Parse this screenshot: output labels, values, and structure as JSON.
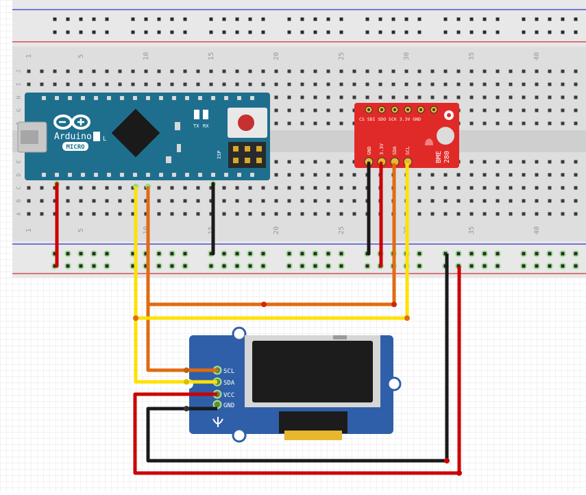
{
  "breadboard": {
    "column_numbers": [
      "1",
      "5",
      "10",
      "15",
      "20",
      "25",
      "30",
      "35",
      "40"
    ],
    "row_letters_top": [
      "J",
      "I",
      "H",
      "G",
      "F"
    ],
    "row_letters_bottom": [
      "E",
      "D",
      "C",
      "B",
      "A"
    ]
  },
  "arduino": {
    "logo_text": "Arduino",
    "micro_label": "MICRO",
    "tx_label": "TX",
    "rx_label": "RX",
    "isp_label": "ISP",
    "l_label": "L"
  },
  "bme280": {
    "name_line1": "BME",
    "name_line2": "280",
    "pin_labels": [
      "GND",
      "3.3V",
      "SDA",
      "SCL"
    ],
    "top_labels": "CS SDI SDO SCK 3.3V GND"
  },
  "oled": {
    "pin_labels": [
      "SCL",
      "SDA",
      "VCC",
      "GND"
    ]
  },
  "wire_colors": {
    "red": "#cc0000",
    "black": "#1a1a1a",
    "yellow": "#ffe100",
    "orange": "#e26b10",
    "blue_rail": "#3030d0",
    "red_rail": "#d03030",
    "arduino_board": "#1e6f8e",
    "bme_board": "#e02a28",
    "oled_board": "#2f5fa8"
  }
}
